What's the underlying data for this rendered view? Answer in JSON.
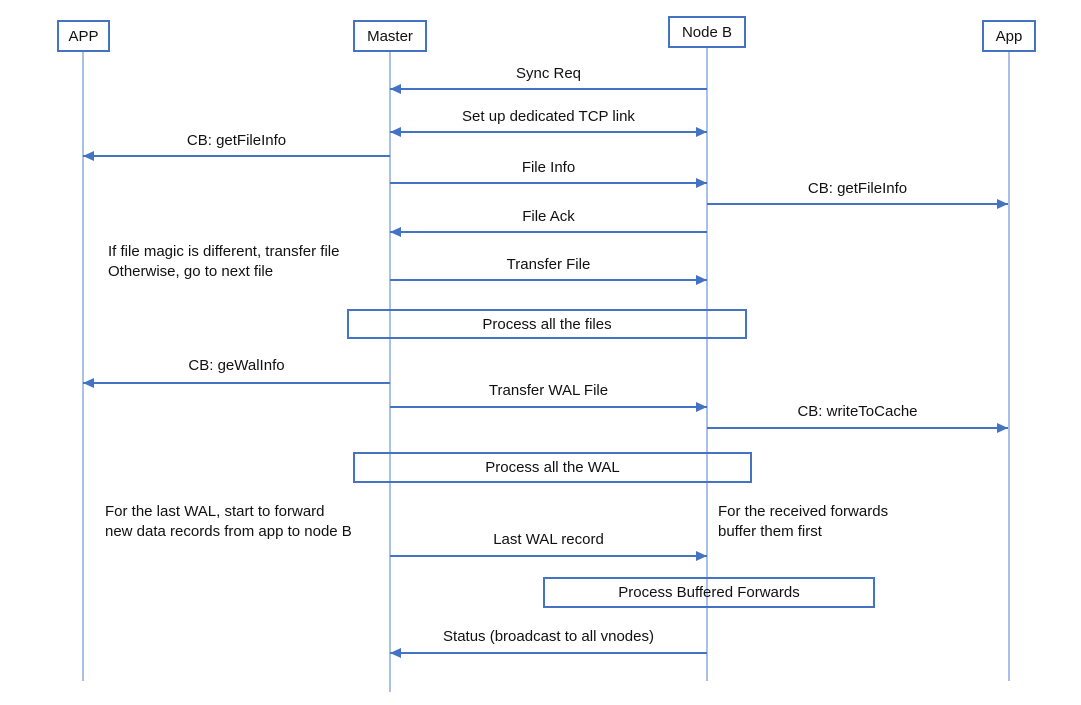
{
  "actors": [
    {
      "name": "APP"
    },
    {
      "name": "Master"
    },
    {
      "name": "Node B"
    },
    {
      "name": "App"
    }
  ],
  "messages": [
    {
      "label": "Sync Req",
      "from": "Node B",
      "to": "Master",
      "direction": "left"
    },
    {
      "label": "Set up dedicated TCP link",
      "from": "Master",
      "to": "Node B",
      "direction": "both"
    },
    {
      "label": "CB: getFileInfo",
      "from": "Master",
      "to": "APP",
      "direction": "left"
    },
    {
      "label": "File Info",
      "from": "Master",
      "to": "Node B",
      "direction": "right"
    },
    {
      "label": "CB: getFileInfo",
      "from": "Node B",
      "to": "App",
      "direction": "right"
    },
    {
      "label": "File Ack",
      "from": "Node B",
      "to": "Master",
      "direction": "left"
    },
    {
      "label": "Transfer File",
      "from": "Master",
      "to": "Node B",
      "direction": "right"
    },
    {
      "label": "CB: geWalInfo",
      "from": "Master",
      "to": "APP",
      "direction": "left"
    },
    {
      "label": "Transfer WAL File",
      "from": "Master",
      "to": "Node B",
      "direction": "right"
    },
    {
      "label": "CB: writeToCache",
      "from": "Node B",
      "to": "App",
      "direction": "right"
    },
    {
      "label": "Last WAL record",
      "from": "Master",
      "to": "Node B",
      "direction": "right"
    },
    {
      "label": "Status (broadcast to all vnodes)",
      "from": "Node B",
      "to": "Master",
      "direction": "left"
    }
  ],
  "process_boxes": [
    {
      "label": "Process all the files"
    },
    {
      "label": "Process all the WAL"
    },
    {
      "label": "Process Buffered Forwards"
    }
  ],
  "notes": [
    {
      "line1": "If file magic is different, transfer file",
      "line2": "Otherwise, go to next file"
    },
    {
      "line1": "For the last WAL, start to forward",
      "line2": "new data records from app to node B"
    },
    {
      "line1": "For the received forwards",
      "line2": "buffer them first"
    }
  ],
  "colors": {
    "accent": "#4472C4",
    "lifeline": "#A9C1E6",
    "text": "#111111"
  }
}
